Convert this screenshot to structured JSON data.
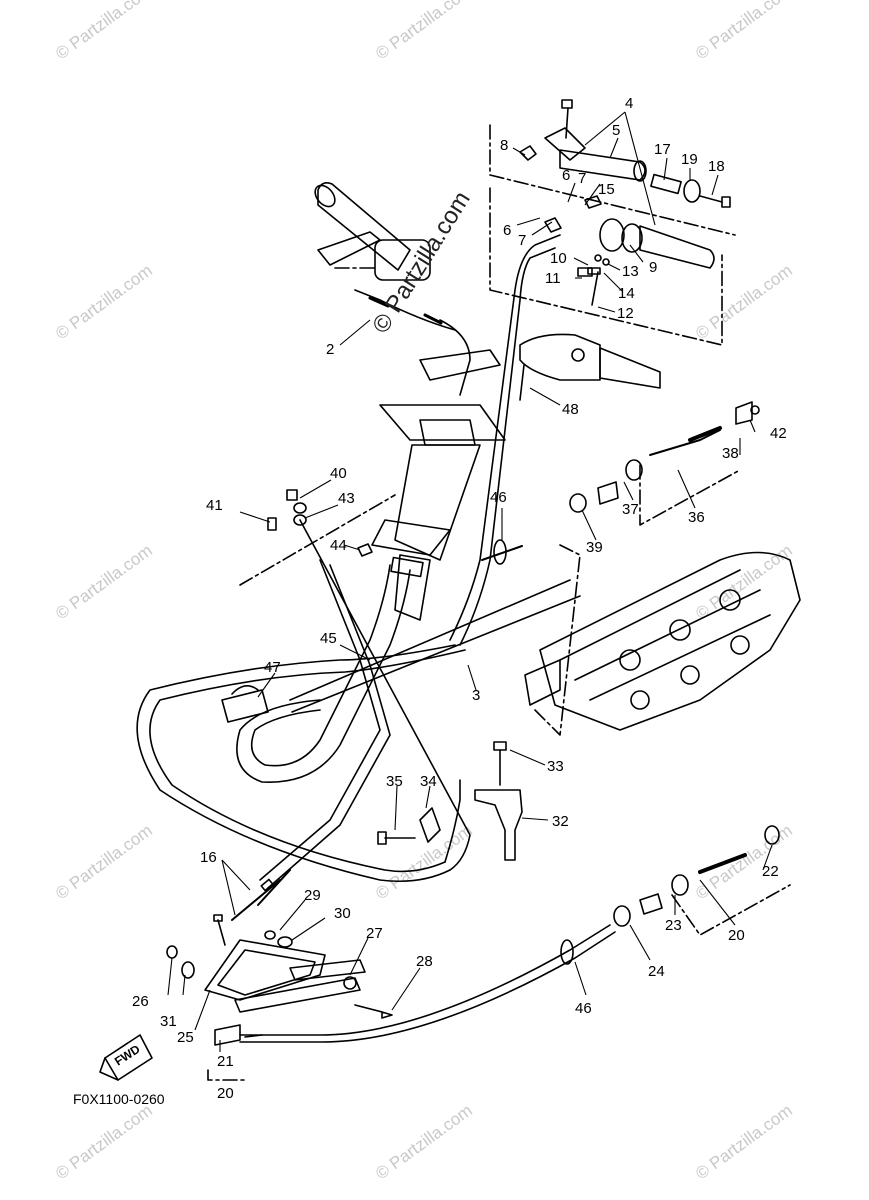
{
  "diagram_code": "F0X1100-0260",
  "fwd_label": "FWD",
  "watermark": "© Partzilla.com",
  "diagonal_watermark": "© Partzilla.com",
  "callouts": [
    "2",
    "3",
    "4",
    "5",
    "6",
    "7",
    "8",
    "9",
    "10",
    "11",
    "12",
    "13",
    "14",
    "15",
    "16",
    "17",
    "18",
    "19",
    "20",
    "21",
    "22",
    "23",
    "24",
    "25",
    "26",
    "27",
    "28",
    "29",
    "30",
    "31",
    "32",
    "33",
    "34",
    "35",
    "36",
    "37",
    "38",
    "39",
    "40",
    "41",
    "42",
    "43",
    "44",
    "45",
    "46",
    "47",
    "48"
  ],
  "repeat_callouts": [
    "6",
    "7",
    "20",
    "46"
  ]
}
